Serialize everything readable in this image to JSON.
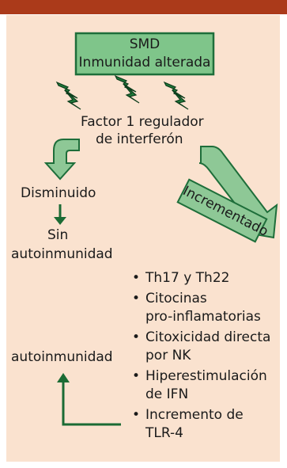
{
  "box": {
    "line1": "SMD",
    "line2": "Inmunidad alterada"
  },
  "factor": {
    "line1": "Factor 1 regulador",
    "line2": "de interferón"
  },
  "left_branch": {
    "decreased": "Disminuido",
    "no_auto_line1": "Sin",
    "no_auto_line2": "autoinmunidad",
    "auto": "autoinmunidad"
  },
  "right_branch": {
    "increased": "Incrementado"
  },
  "bullets": [
    {
      "lines": [
        "Th17 y Th22"
      ]
    },
    {
      "lines": [
        "Citocinas",
        "pro-inflamatorias"
      ]
    },
    {
      "lines": [
        "Citoxicidad directa",
        "por NK"
      ]
    },
    {
      "lines": [
        "Hiperestimulación",
        "de IFN"
      ]
    },
    {
      "lines": [
        "Incremento de",
        "TLR-4"
      ]
    }
  ],
  "bullet_symbol": "•",
  "colors": {
    "header_bar": "#ab3a1a",
    "panel_bg": "#fae2cf",
    "box_fill": "#7fc58a",
    "box_border": "#1e6e3a",
    "arrow_fill": "#8ec896",
    "dark_green": "#1b6b34"
  },
  "icons": [
    "lightning-bolt-icon",
    "lightning-bolt-icon",
    "lightning-bolt-icon"
  ]
}
